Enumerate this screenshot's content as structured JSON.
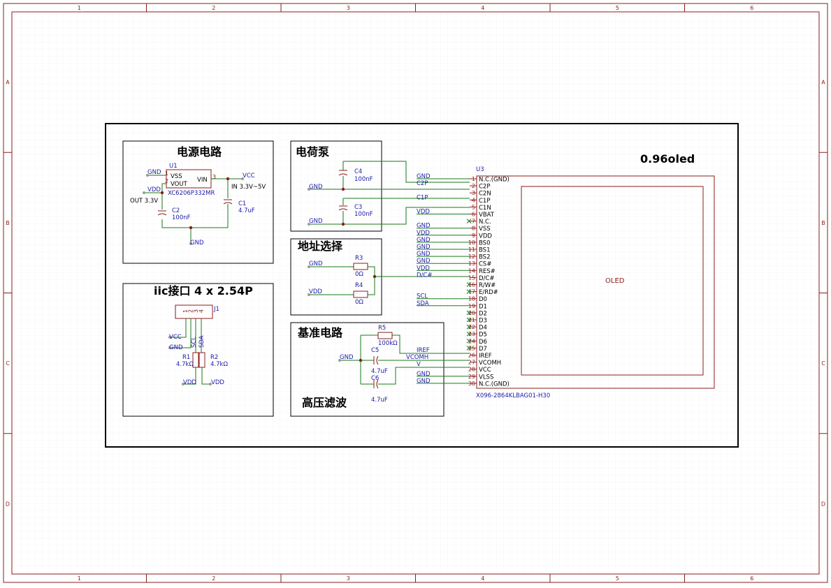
{
  "sheet": {
    "col_labels": [
      "1",
      "2",
      "3",
      "4",
      "5",
      "6"
    ],
    "row_labels": [
      "A",
      "B",
      "C",
      "D"
    ]
  },
  "sections": {
    "power": "电源电路",
    "charge_pump": "电荷泵",
    "address": "地址选择",
    "iic": "iic接口 4 x 2.54P",
    "reference": "基准电路",
    "hv_filter": "高压滤波",
    "oled_title": "0.96oled"
  },
  "power": {
    "u1_ref": "U1",
    "u1_part": "XC6206P332MR",
    "pin_vss": "VSS",
    "pin_vout": "VOUT",
    "pin_vin": "VIN",
    "pin1": "1",
    "pin2": "2",
    "pin3": "3",
    "net_gnd_top": "GND",
    "net_vdd": "VDD",
    "net_vcc": "VCC",
    "out_label": "OUT 3.3V",
    "in_label": "IN 3.3V~5V",
    "c2_ref": "C2",
    "c2_val": "100nF",
    "c1_ref": "C1",
    "c1_val": "4.7uF",
    "net_gnd_bottom": "GND"
  },
  "charge_pump": {
    "c4_ref": "C4",
    "c4_val": "100nF",
    "c3_ref": "C3",
    "c3_val": "100nF",
    "net_gnd1": "GND",
    "net_gnd2": "GND"
  },
  "address": {
    "r3_ref": "R3",
    "r3_val": "0Ω",
    "r4_ref": "R4",
    "r4_val": "0Ω",
    "net_gnd": "GND",
    "net_vdd": "VDD"
  },
  "iic": {
    "j1_ref": "J1",
    "pins": [
      "1",
      "2",
      "3",
      "4"
    ],
    "net_vcc": "VCC",
    "net_gnd": "GND",
    "net_scl": "SCL",
    "net_sda": "SDA",
    "r1_ref": "R1",
    "r1_val": "4.7kΩ",
    "r2_ref": "R2",
    "r2_val": "4.7kΩ",
    "net_vdd1": "VDD",
    "net_vdd2": "VDD"
  },
  "reference": {
    "r5_ref": "R5",
    "r5_val": "100kΩ",
    "c5_ref": "C5",
    "c5_val": "4.7uF",
    "c6_ref": "C6",
    "c6_val": "4.7uF",
    "net_gnd": "GND",
    "net_iref": "IREF",
    "net_vcomh": "VCOMH",
    "net_v": "V",
    "net_gnd1": "GND",
    "net_gnd2": "GND"
  },
  "u3": {
    "ref": "U3",
    "part": "X096-2864KLBAG01-H30",
    "display_label": "OLED",
    "pins": [
      {
        "num": "1",
        "name": "N.C.(GND)",
        "net": "GND"
      },
      {
        "num": "2",
        "name": "C2P",
        "net": "C2P"
      },
      {
        "num": "3",
        "name": "C2N",
        "net": ""
      },
      {
        "num": "4",
        "name": "C1P",
        "net": "C1P"
      },
      {
        "num": "5",
        "name": "C1N",
        "net": ""
      },
      {
        "num": "6",
        "name": "VBAT",
        "net": "VDD"
      },
      {
        "num": "7",
        "name": "N.C.",
        "net": ""
      },
      {
        "num": "8",
        "name": "VSS",
        "net": "GND"
      },
      {
        "num": "9",
        "name": "VDD",
        "net": "VDD"
      },
      {
        "num": "10",
        "name": "BS0",
        "net": "GND"
      },
      {
        "num": "11",
        "name": "BS1",
        "net": "GND"
      },
      {
        "num": "12",
        "name": "BS2",
        "net": "GND"
      },
      {
        "num": "13",
        "name": "CS#",
        "net": "GND"
      },
      {
        "num": "14",
        "name": "RES#",
        "net": "VDD"
      },
      {
        "num": "15",
        "name": "D/C#",
        "net": "D/C#"
      },
      {
        "num": "16",
        "name": "R/W#",
        "net": ""
      },
      {
        "num": "17",
        "name": "E/RD#",
        "net": ""
      },
      {
        "num": "18",
        "name": "D0",
        "net": "SCL"
      },
      {
        "num": "19",
        "name": "D1",
        "net": "SDA"
      },
      {
        "num": "20",
        "name": "D2",
        "net": ""
      },
      {
        "num": "21",
        "name": "D3",
        "net": ""
      },
      {
        "num": "22",
        "name": "D4",
        "net": ""
      },
      {
        "num": "23",
        "name": "D5",
        "net": ""
      },
      {
        "num": "24",
        "name": "D6",
        "net": ""
      },
      {
        "num": "25",
        "name": "D7",
        "net": ""
      },
      {
        "num": "26",
        "name": "IREF",
        "net": ""
      },
      {
        "num": "27",
        "name": "VCOMH",
        "net": ""
      },
      {
        "num": "28",
        "name": "VCC",
        "net": ""
      },
      {
        "num": "29",
        "name": "VLSS",
        "net": "GND"
      },
      {
        "num": "30",
        "name": "N.C.(GND)",
        "net": "GND"
      }
    ]
  },
  "colors": {
    "frame": "#8a1c1c",
    "wire": "#1a7a1a",
    "net_text": "#1a1aa8",
    "component": "#8a1c1c"
  }
}
